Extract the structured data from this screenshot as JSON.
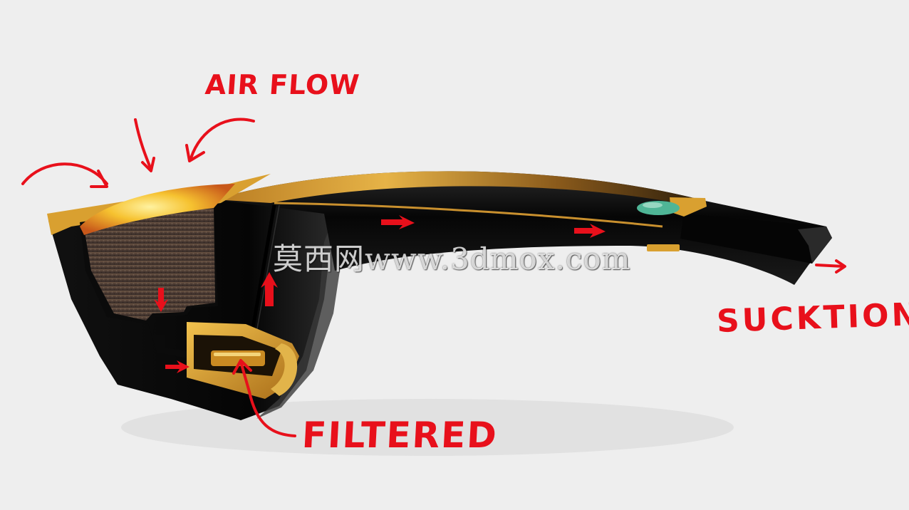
{
  "labels": {
    "airflow": "AIR FLOW",
    "suction": "SUCKTION",
    "filtered": "FILTERED"
  },
  "watermark": "莫西网www.3dmox.com",
  "colors": {
    "background": "#eeeeee",
    "annotation": "#e8101b",
    "gold": "#d9a030",
    "body": "#0d0d0d",
    "gem": "#4fb596",
    "tobacco": "#4a3a32",
    "ember": "#f6c230"
  },
  "icons": [
    "airflow-arrow-icon",
    "flow-arrow-icon",
    "pointer-arrow-icon"
  ]
}
